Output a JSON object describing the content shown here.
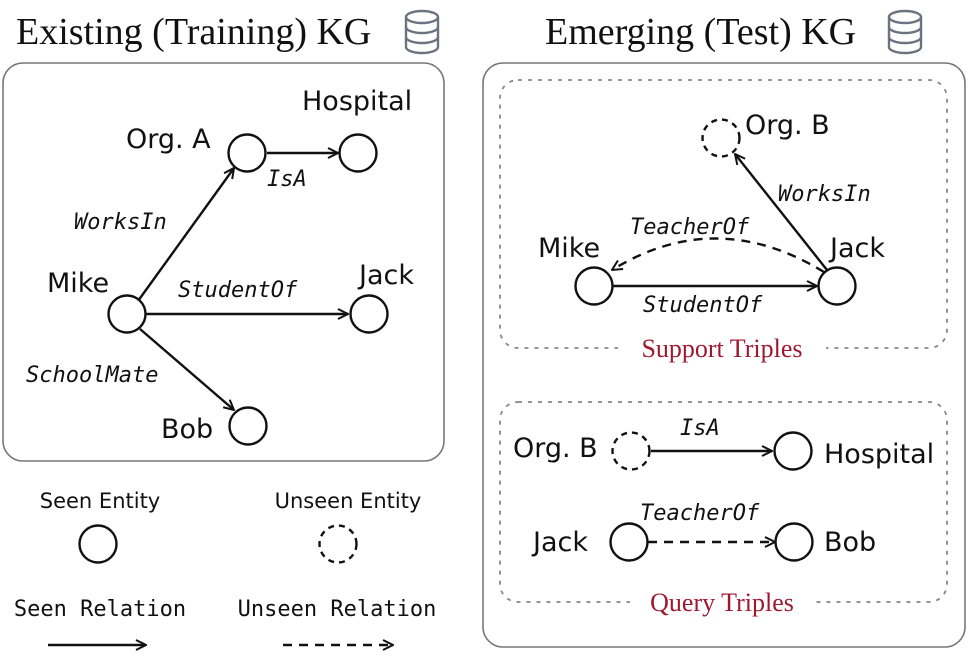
{
  "titles": {
    "existing": "Existing (Training) KG",
    "emerging": "Emerging (Test) KG"
  },
  "icons": {
    "database": "database-icon"
  },
  "existing_kg": {
    "entities": {
      "org_a": "Org. A",
      "hospital": "Hospital",
      "mike": "Mike",
      "jack": "Jack",
      "bob": "Bob"
    },
    "relations": {
      "works_in": "WorksIn",
      "is_a": "IsA",
      "student_of": "StudentOf",
      "school_mate": "SchoolMate"
    }
  },
  "support_triples": {
    "label": "Support Triples",
    "entities": {
      "org_b": "Org. B",
      "mike": "Mike",
      "jack": "Jack"
    },
    "relations": {
      "works_in": "WorksIn",
      "teacher_of": "TeacherOf",
      "student_of": "StudentOf"
    }
  },
  "query_triples": {
    "label": "Query Triples",
    "entities": {
      "org_b": "Org. B",
      "hospital": "Hospital",
      "jack": "Jack",
      "bob": "Bob"
    },
    "relations": {
      "is_a": "IsA",
      "teacher_of": "TeacherOf"
    }
  },
  "legend": {
    "seen_entity": "Seen Entity",
    "unseen_entity": "Unseen Entity",
    "seen_relation": "Seen Relation",
    "unseen_relation": "Unseen Relation"
  },
  "colors": {
    "section_label": "#a0182f",
    "ink": "#111111"
  }
}
